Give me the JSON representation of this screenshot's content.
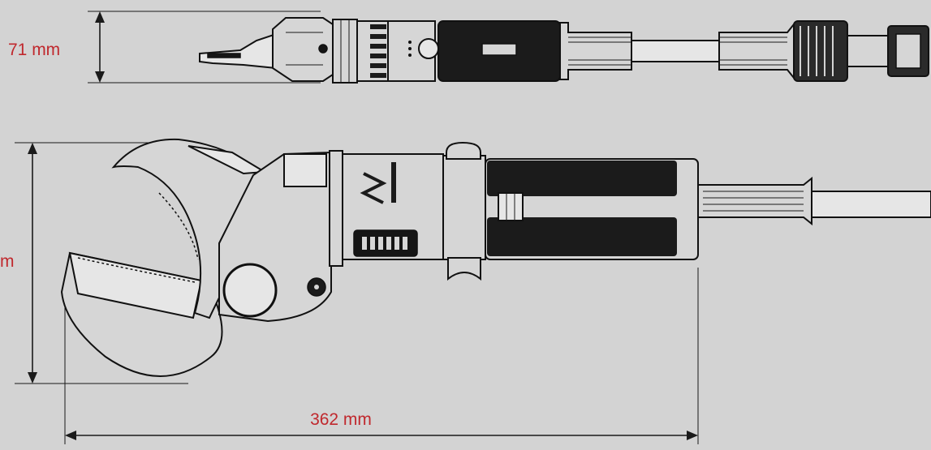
{
  "dimensions": {
    "width_top_view": "71 mm",
    "height_side_view": "m",
    "length_side_view": "362 mm"
  },
  "colors": {
    "background": "#d3d3d3",
    "dimension_text": "#c0282d",
    "line": "#111111",
    "grip": "#1b1b1b"
  }
}
